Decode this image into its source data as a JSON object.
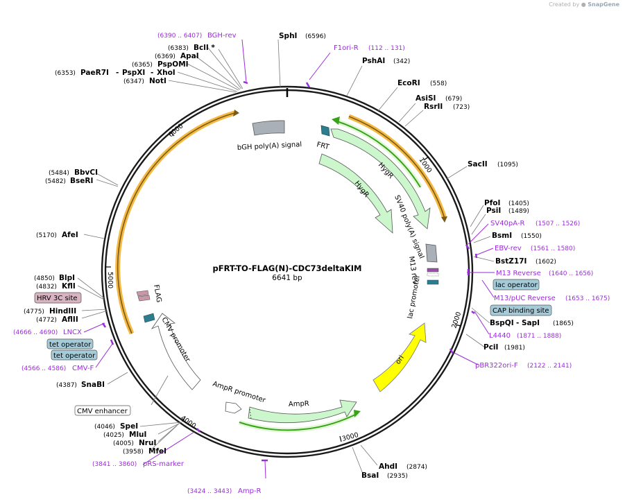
{
  "header": {
    "credit_text": "Created by",
    "brand": "SnapGene"
  },
  "plasmid": {
    "name": "pFRT-TO-FLAG(N)-CDC73deltaKIM",
    "size_label": "6641 bp"
  },
  "ticks": [
    "1000",
    "2000",
    "3000",
    "4000",
    "5000",
    "6000"
  ],
  "sites": [
    {
      "name": "SphI",
      "pos": "(6596)"
    },
    {
      "name": "PshAI",
      "pos": "(342)"
    },
    {
      "name": "EcoRI",
      "pos": "(558)"
    },
    {
      "name": "AsiSI",
      "pos": "(679)"
    },
    {
      "name": "RsrII",
      "pos": "(723)"
    },
    {
      "name": "SacII",
      "pos": "(1095)"
    },
    {
      "name": "PfoI",
      "pos": "(1405)"
    },
    {
      "name": "PsiI",
      "pos": "(1489)"
    },
    {
      "name": "BsmI",
      "pos": "(1550)"
    },
    {
      "name": "BstZ17I",
      "pos": "(1602)"
    },
    {
      "name": "BspQI",
      "name2": "SapI",
      "pos": "(1865)"
    },
    {
      "name": "PciI",
      "pos": "(1981)"
    },
    {
      "name": "AhdI",
      "pos": "(2874)"
    },
    {
      "name": "BsaI",
      "pos": "(2935)"
    },
    {
      "name": "MfeI",
      "pos": "(3958)"
    },
    {
      "name": "NruI",
      "pos": "(4005)"
    },
    {
      "name": "MluI",
      "pos": "(4025)"
    },
    {
      "name": "SpeI",
      "pos": "(4046)"
    },
    {
      "name": "SnaBI",
      "pos": "(4387)"
    },
    {
      "name": "AflII",
      "pos": "(4772)"
    },
    {
      "name": "HindIII",
      "pos": "(4775)"
    },
    {
      "name": "KflI",
      "pos": "(4832)"
    },
    {
      "name": "BlpI",
      "pos": "(4850)"
    },
    {
      "name": "AfeI",
      "pos": "(5170)"
    },
    {
      "name": "BseRI",
      "pos": "(5482)"
    },
    {
      "name": "BbvCI",
      "pos": "(5484)"
    },
    {
      "name": "NotI",
      "pos": "(6347)"
    },
    {
      "name": "PaeR7I",
      "name2": "PspXI",
      "name3": "XhoI",
      "pos": "(6353)"
    },
    {
      "name": "PspOMI",
      "pos": "(6365)"
    },
    {
      "name": "ApaI",
      "pos": "(6369)"
    },
    {
      "name": "BclI *",
      "pos": "(6383)"
    }
  ],
  "primers": [
    {
      "name": "BGH-rev",
      "range": "(6390 .. 6407)"
    },
    {
      "name": "F1ori-R",
      "range": "(112 .. 131)"
    },
    {
      "name": "SV40pA-R",
      "range": "(1507 .. 1526)"
    },
    {
      "name": "EBV-rev",
      "range": "(1561 .. 1580)"
    },
    {
      "name": "M13 Reverse",
      "range": "(1640 .. 1656)"
    },
    {
      "name": "M13/pUC Reverse",
      "range": "(1653 .. 1675)"
    },
    {
      "name": "L4440",
      "range": "(1871 .. 1888)"
    },
    {
      "name": "pBR322ori-F",
      "range": "(2122 .. 2141)"
    },
    {
      "name": "Amp-R",
      "range": "(3424 .. 3443)"
    },
    {
      "name": "pRS-marker",
      "range": "(3841 .. 3860)"
    },
    {
      "name": "CMV-F",
      "range": "(4566 .. 4586)"
    },
    {
      "name": "LNCX",
      "range": "(4666 .. 4690)"
    }
  ],
  "boxed_labels": [
    "lac operator",
    "CAP binding site",
    "HRV 3C site",
    "tet operator",
    "tet operator",
    "CMV enhancer"
  ],
  "features": [
    "bGH poly(A) signal",
    "FRT",
    "HygR",
    "HygR",
    "SV40 poly(A) signal",
    "M13 rev",
    "lac promoter",
    "ori",
    "AmpR promoter",
    "AmpR",
    "CMV promoter",
    "FLAG"
  ],
  "colors": {
    "primer": "#9a2bd8",
    "hygr": "#ccf7cc",
    "ori": "#ffff00",
    "orf_outline": "#f5b942",
    "orf_core": "#7a5a1a",
    "green_arrow": "#38a318",
    "bgh": "#a9b0b7",
    "lac_box": "#a5cbd9",
    "hrv_box": "#d9b3c2"
  }
}
